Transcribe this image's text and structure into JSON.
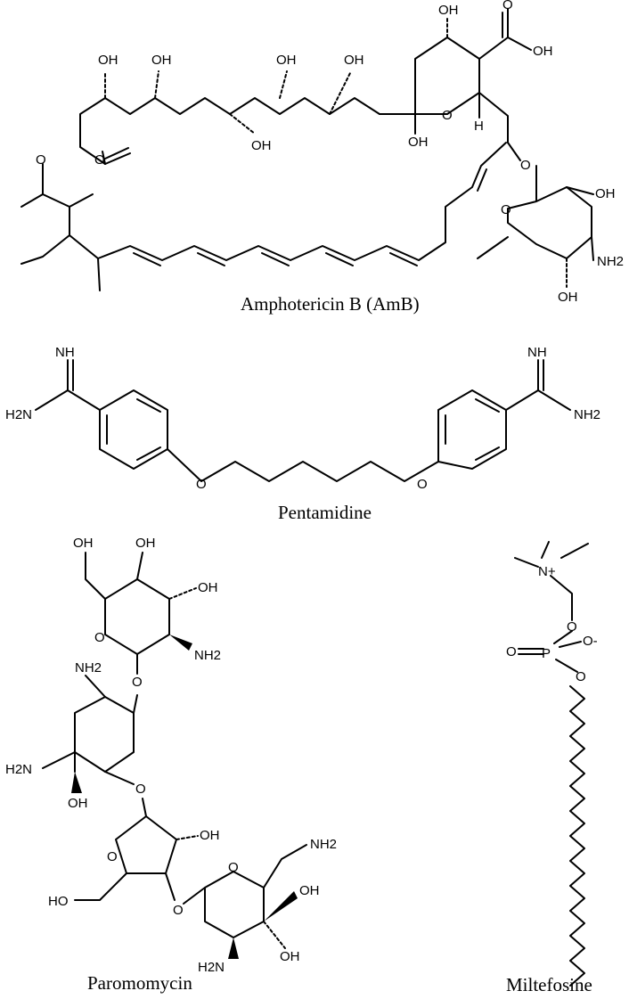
{
  "molecules": {
    "amb": {
      "name": "Amphotericin B (AmB)"
    },
    "pentamidine": {
      "name": "Pentamidine"
    },
    "paromomycin": {
      "name": "Paromomycin"
    },
    "miltefosine": {
      "name": "Miltefosine"
    }
  },
  "atoms": {
    "oh": "OH",
    "ho": "HO",
    "o": "O",
    "h": "H",
    "nh": "NH",
    "nh2": "NH2",
    "h2n": "H2N",
    "n_plus": "N+",
    "p": "P",
    "o_minus": "O-"
  }
}
